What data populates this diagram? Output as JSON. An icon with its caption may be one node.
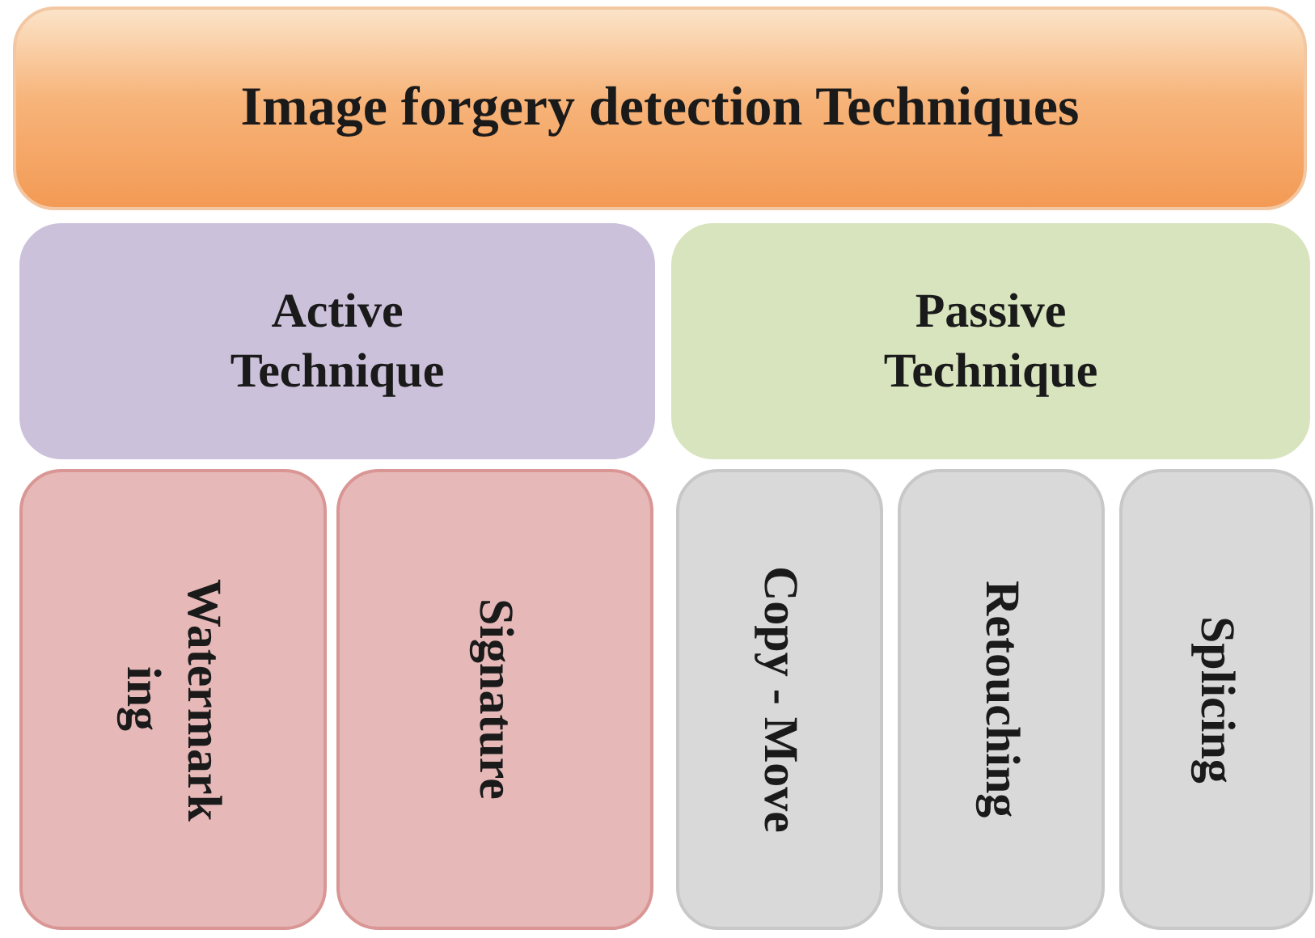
{
  "diagram": {
    "nodes": [
      {
        "text": [
          "Image forgery detection Techniques"
        ]
      },
      {
        "text": [
          "Active Technique"
        ]
      },
      {
        "text": [
          "Passive Technique"
        ]
      },
      {
        "text": [
          "Watermarking"
        ]
      },
      {
        "text": [
          "Signature"
        ]
      },
      {
        "text": [
          "Copy - Move"
        ]
      },
      {
        "text": [
          "Retouching"
        ]
      },
      {
        "text": [
          "Splicing"
        ]
      }
    ]
  }
}
